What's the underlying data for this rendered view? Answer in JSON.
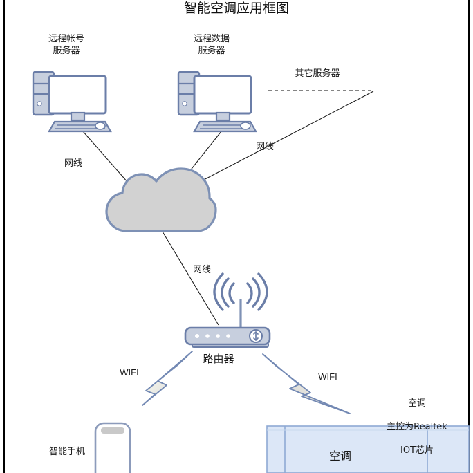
{
  "diagram": {
    "title": "智能空调应用框图",
    "colors": {
      "device_fill": "#c7cfde",
      "device_stroke": "#6b7ea8",
      "cloud_fill": "#d2d2d2",
      "cloud_stroke": "#7e91b5",
      "bolt_stroke": "#7288b3",
      "bolt_fill_light": "#e8e8e0",
      "bolt_fill_mid": "#c9cdd8",
      "ac_fill": "#dce7f7",
      "ac_stroke": "#8ea9d4",
      "connector": "#1a1a1a",
      "text": "#1a1a1a",
      "frame": "#000000"
    },
    "nodes": [
      {
        "id": "remote-account-server",
        "label": "远程帐号\n服务器",
        "icon": "desktop-computer-icon"
      },
      {
        "id": "remote-data-server",
        "label": "远程数据\n服务器",
        "icon": "desktop-computer-icon"
      },
      {
        "id": "other-servers",
        "label": "其它服务器",
        "icon": "dashed-line"
      },
      {
        "id": "cloud",
        "label": "",
        "icon": "cloud-icon"
      },
      {
        "id": "router",
        "label": "路由器",
        "icon": "wireless-router-icon"
      },
      {
        "id": "smartphone",
        "label": "智能手机",
        "icon": "smartphone-icon"
      },
      {
        "id": "air-conditioner",
        "label": "空调",
        "icon": "air-conditioner-icon"
      }
    ],
    "connector_labels": [
      {
        "id": "lan-1",
        "text": "网线"
      },
      {
        "id": "lan-2",
        "text": "网线"
      },
      {
        "id": "lan-3",
        "text": "网线"
      }
    ],
    "wireless_labels": [
      {
        "id": "wifi-left",
        "text": "WIFI"
      },
      {
        "id": "wifi-right",
        "text": "WIFI"
      }
    ],
    "ac_annotation": {
      "line1": "空调",
      "line2": "主控为Realtek",
      "line3": "IOT芯片"
    },
    "ac_box_label": "空调"
  }
}
